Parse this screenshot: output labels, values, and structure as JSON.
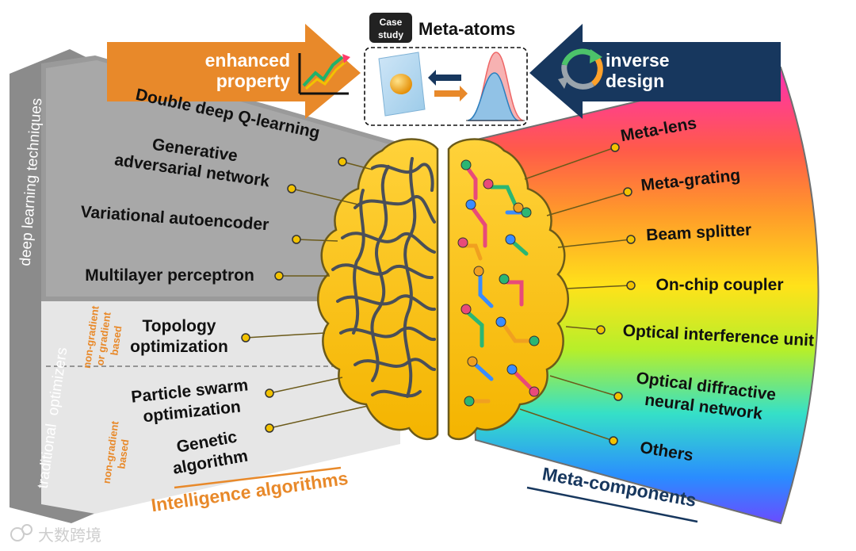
{
  "header": {
    "case_badge_line1": "Case",
    "case_badge_line2": "study",
    "title": "Meta-atoms"
  },
  "left_arrow": {
    "line1": "enhanced",
    "line2": "property",
    "icon": "rising-chart-icon",
    "color": "#e8892a"
  },
  "right_arrow": {
    "line1": "inverse",
    "line2": "design",
    "icon": "recycle-arrows-icon",
    "color": "#17375e"
  },
  "left_panel": {
    "band_deep": "deep learning techniques",
    "band_traditional": "traditional  optimizers",
    "sub_gradient": [
      "non-gradient",
      "or gradient",
      "based"
    ],
    "sub_nongradient": [
      "non-gradient",
      "based"
    ],
    "items_deep": [
      [
        "Double deep Q-learning"
      ],
      [
        "Generative",
        "adversarial network"
      ],
      [
        "Variational autoencoder"
      ],
      [
        "Multilayer perceptron"
      ]
    ],
    "items_gradient": [
      [
        "Topology",
        "optimization"
      ]
    ],
    "items_nongradient": [
      [
        "Particle swarm",
        "optimization"
      ],
      [
        "Genetic",
        "algorithm"
      ]
    ],
    "footer": "Intelligence algorithms",
    "footer_color": "#e8892a"
  },
  "right_panel": {
    "items": [
      [
        "Meta-lens"
      ],
      [
        "Meta-grating"
      ],
      [
        "Beam splitter"
      ],
      [
        "On-chip coupler"
      ],
      [
        "Optical interference unit"
      ],
      [
        "Optical diffractive",
        "neural network"
      ],
      [
        "Others"
      ]
    ],
    "footer": "Meta-components",
    "footer_color": "#17375e"
  },
  "watermark": "大数跨境"
}
